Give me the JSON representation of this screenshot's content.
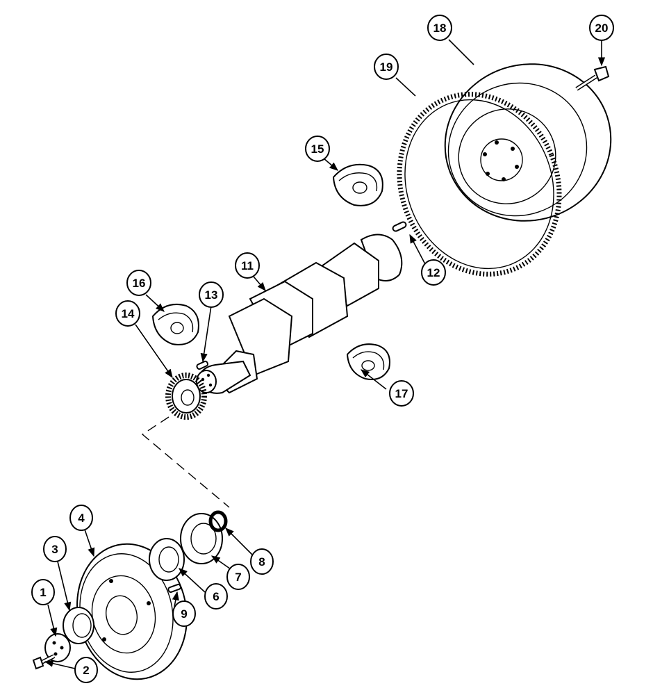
{
  "diagram": {
    "callouts": [
      {
        "id": "c1",
        "label": "1"
      },
      {
        "id": "c2",
        "label": "2"
      },
      {
        "id": "c3",
        "label": "3"
      },
      {
        "id": "c4",
        "label": "4"
      },
      {
        "id": "c6",
        "label": "6"
      },
      {
        "id": "c7",
        "label": "7"
      },
      {
        "id": "c8",
        "label": "8"
      },
      {
        "id": "c9",
        "label": "9"
      },
      {
        "id": "c11",
        "label": "11"
      },
      {
        "id": "c12",
        "label": "12"
      },
      {
        "id": "c13",
        "label": "13"
      },
      {
        "id": "c14",
        "label": "14"
      },
      {
        "id": "c15",
        "label": "15"
      },
      {
        "id": "c16",
        "label": "16"
      },
      {
        "id": "c17",
        "label": "17"
      },
      {
        "id": "c18",
        "label": "18"
      },
      {
        "id": "c19",
        "label": "19"
      },
      {
        "id": "c20",
        "label": "20"
      }
    ]
  }
}
